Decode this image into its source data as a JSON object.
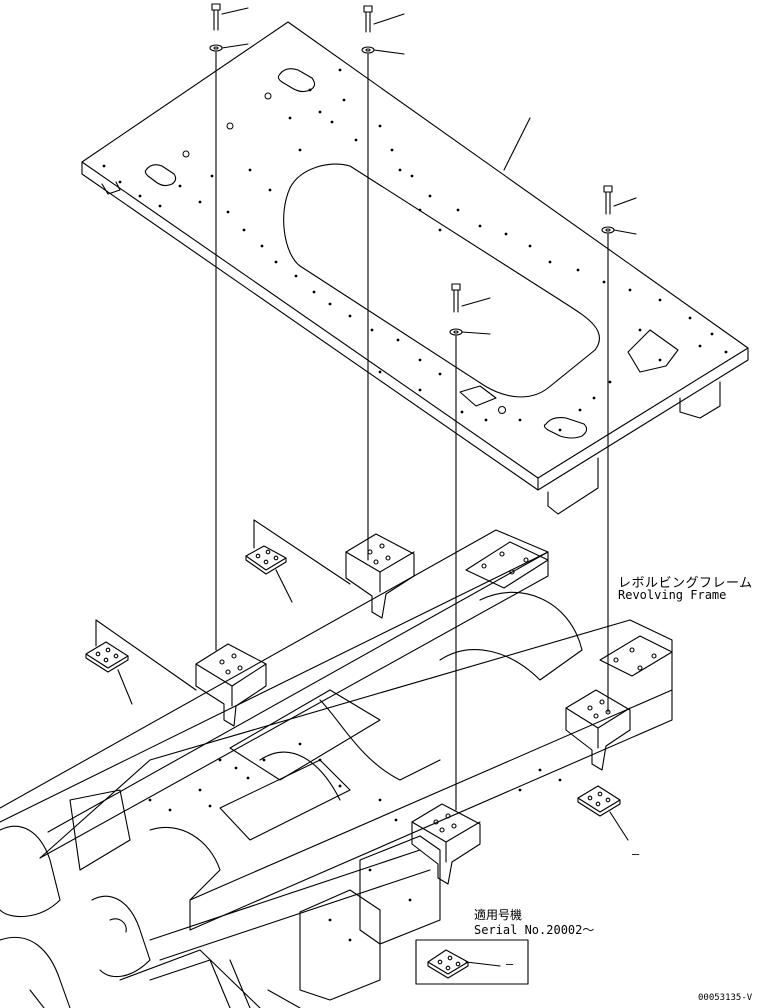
{
  "labels": {
    "revolving_frame_jp": "レボルビングフレーム",
    "revolving_frame_en": "Revolving Frame",
    "serial_jp": "適用号機",
    "serial_en": "Serial No.20002～",
    "dash_right": "–",
    "dash_box": "–",
    "drawing_code": "00053135-V"
  },
  "colors": {
    "line": "#000000",
    "background": "#ffffff"
  }
}
